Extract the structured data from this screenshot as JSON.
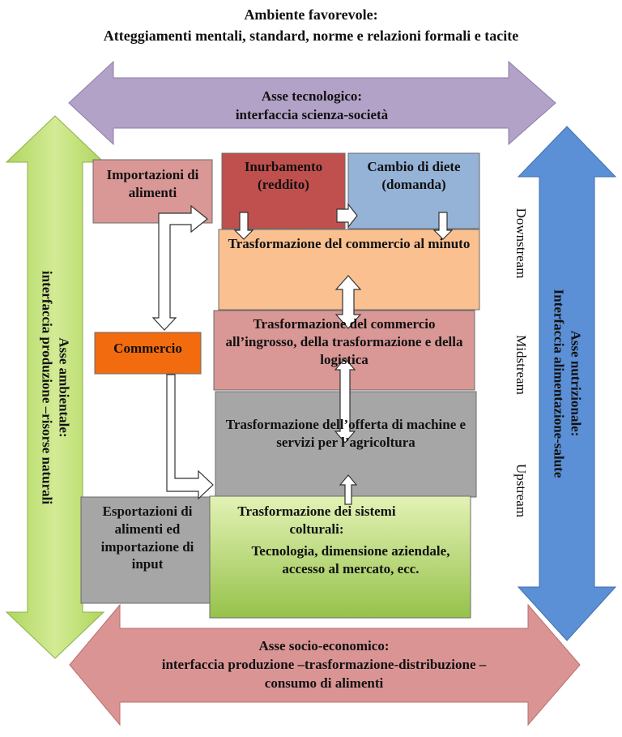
{
  "header": {
    "line1": "Ambiente favorevole:",
    "line2": "Atteggiamenti mentali, standard, norme e relazioni formali e tacite"
  },
  "axes": {
    "tech": {
      "line1": "Asse tecnologico:",
      "line2": "interfaccia scienza-società",
      "color": "#B3A2C7"
    },
    "env": {
      "line1": "Asse ambientale:",
      "line2": "interfaccia produzione –risorse naturali",
      "color": "#C3E07E"
    },
    "nutr": {
      "line1": "Asse nutrizionale:",
      "line2": "Interfaccia alimentazione-salute",
      "color": "#5B8FD6"
    },
    "socio": {
      "line1": "Asse socio-economico:",
      "line2": "interfaccia produzione –trasformazione-distribuzione –",
      "line3": "consumo di alimenti",
      "color": "#DB9494"
    }
  },
  "boxes": {
    "import": "Importazioni di alimenti",
    "urban": "Inurbamento (reddito)",
    "diet": "Cambio di diete (domanda)",
    "retail": "Trasformazione del commercio al minuto",
    "wholesale": "Trasformazione del commercio all’ingrosso, della trasformazione e della logistica",
    "trade": "Commercio",
    "supply": "Trasformazione dell’offerta di machine e servizi per l’agricoltura",
    "export": "Esportazioni di alimenti ed importazione di input",
    "farming_title": "Trasformazione dei sistemi colturali:",
    "farming_detail": "Tecnologia, dimensione aziendale, accesso al mercato, ecc."
  },
  "streams": {
    "down": "Downstream",
    "mid": "Midstream",
    "up": "Upstream"
  }
}
